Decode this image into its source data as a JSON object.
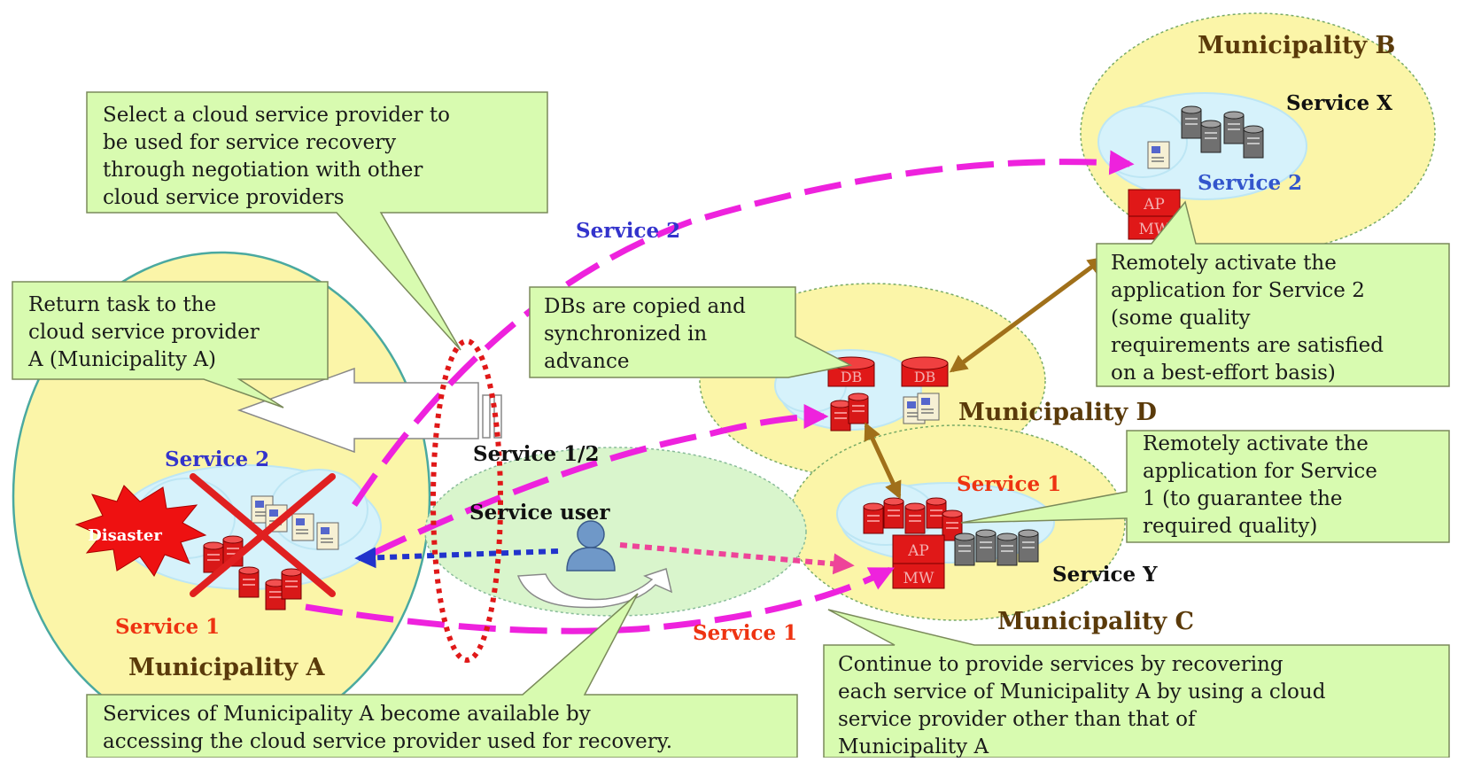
{
  "municipalities": {
    "a": "Municipality A",
    "b": "Municipality B",
    "c": "Municipality C",
    "d": "Municipality D"
  },
  "services": {
    "a_service2": "Service 2",
    "a_service1": "Service 1",
    "b_service_x": "Service X",
    "b_service2": "Service 2",
    "c_service1": "Service 1",
    "c_service_y": "Service Y",
    "flow_service2": "Service 2",
    "flow_service12": "Service 1/2",
    "flow_service1": "Service 1"
  },
  "labels": {
    "disaster": "Disaster",
    "service_user": "Service user",
    "db": "DB",
    "ap": "AP",
    "mw": "MW"
  },
  "callouts": {
    "select_provider": [
      "Select a cloud service provider to",
      "be used for service recovery",
      "through negotiation with other",
      "cloud service providers"
    ],
    "return_task": [
      "Return task to the",
      "cloud service provider",
      "A (Municipality A)"
    ],
    "dbs_copied": [
      "DBs are copied and",
      "synchronized in",
      "advance"
    ],
    "activate_service2": [
      "Remotely activate the",
      "application for Service 2",
      "(some quality",
      "requirements are satisfied",
      "on a best-effort basis)"
    ],
    "activate_service1": [
      "Remotely activate the",
      "application for Service",
      "1 (to guarantee the",
      "required quality)"
    ],
    "services_available": [
      "Services of Municipality A become available by",
      "accessing the cloud service provider used for recovery."
    ],
    "continue_provide": [
      "Continue to provide services by recovering",
      "each service of Municipality A by using a cloud",
      "service provider other than that of",
      "Municipality A"
    ]
  },
  "colors": {
    "municipality_fill": "#fbf5a8",
    "cloud_fill": "#d6f2fb",
    "callout_fill": "#d8fbb0",
    "callout_border": "#7a8a5a",
    "flow_magenta": "#ee22dd",
    "server_red": "#e02020",
    "brown_arrow": "#a0701a",
    "service_blue": "#3333cc",
    "service_red": "#ee3311"
  }
}
